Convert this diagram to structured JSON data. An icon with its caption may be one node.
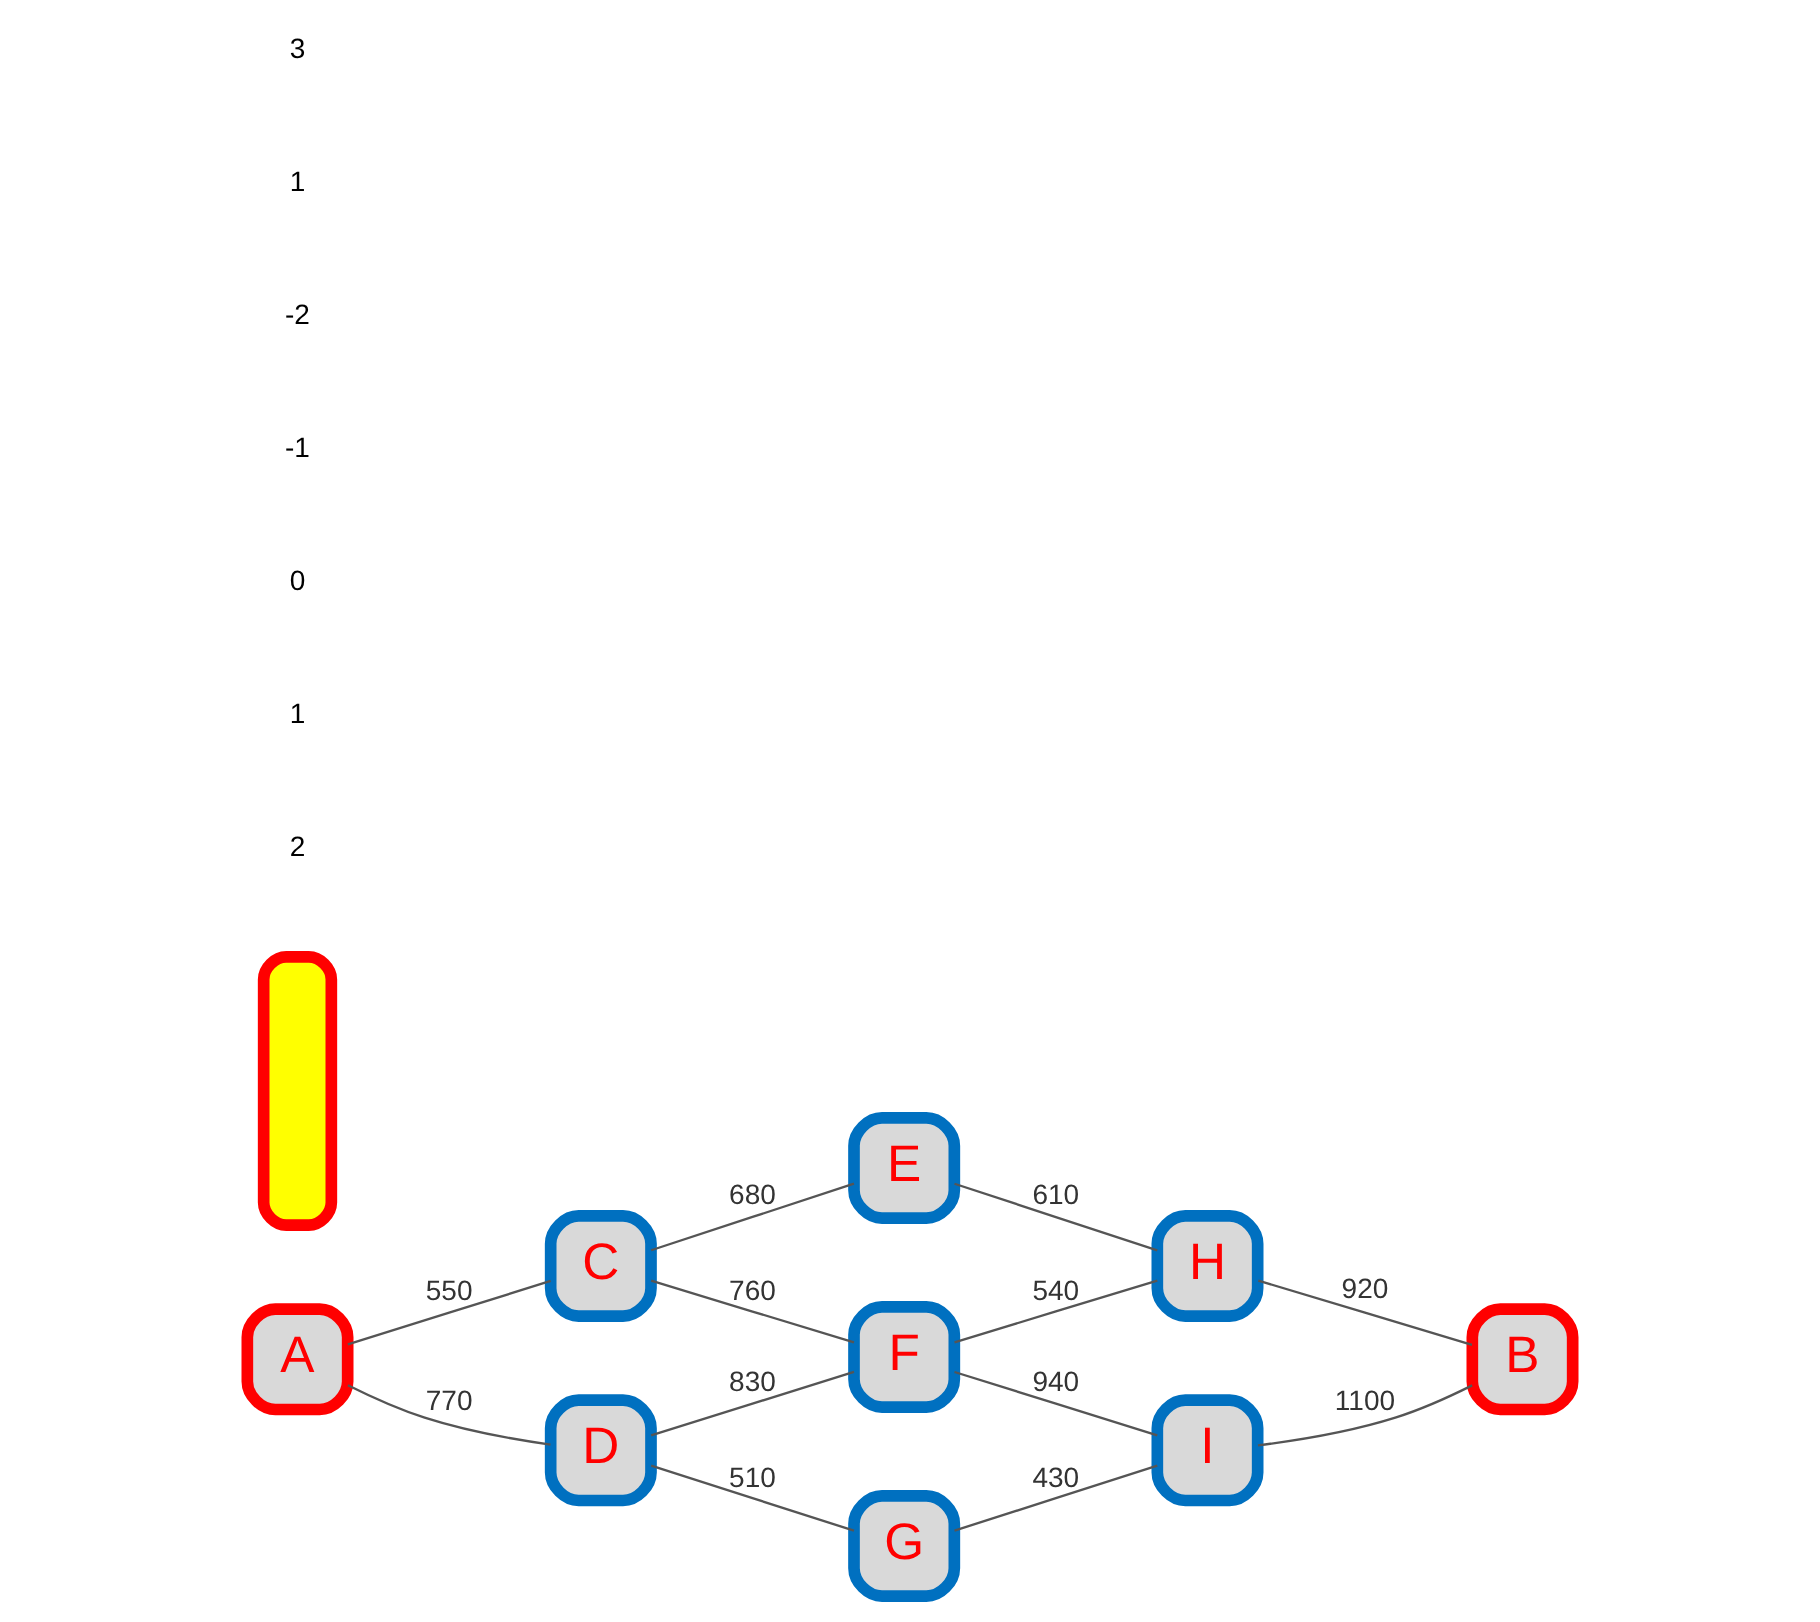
{
  "diagram": {
    "nodes": [
      {
        "text": [
          "E"
        ]
      },
      {
        "text": [
          "C"
        ]
      },
      {
        "text": [
          "H"
        ]
      },
      {
        "text": [],
        "shape": "box"
      },
      {
        "text": [
          "A"
        ]
      },
      {
        "text": [
          "F"
        ]
      },
      {
        "text": [
          "B"
        ]
      },
      {
        "text": [
          "D"
        ]
      },
      {
        "text": [
          "I"
        ]
      },
      {
        "text": [
          "G"
        ]
      }
    ],
    "edges": [
      {
        "from": 4,
        "to": 1,
        "arrow": "none",
        "label": "550"
      },
      {
        "from": 1,
        "to": 0,
        "arrow": "none",
        "label": "680"
      },
      {
        "from": 0,
        "to": 2,
        "arrow": "none",
        "label": "610"
      },
      {
        "from": 1,
        "to": 5,
        "arrow": "none",
        "label": "760"
      },
      {
        "from": 5,
        "to": 2,
        "arrow": "none",
        "label": "540"
      },
      {
        "from": 2,
        "to": 6,
        "arrow": "none",
        "label": "920"
      },
      {
        "from": 4,
        "to": 7,
        "arrow": "none",
        "label": "770"
      },
      {
        "from": 7,
        "to": 5,
        "arrow": "none",
        "label": "830"
      },
      {
        "from": 5,
        "to": 8,
        "arrow": "none",
        "label": "940"
      },
      {
        "from": 8,
        "to": 6,
        "arrow": "none",
        "label": "1100"
      },
      {
        "from": 7,
        "to": 9,
        "arrow": "none",
        "label": "510"
      },
      {
        "from": 9,
        "to": 8,
        "arrow": "none",
        "label": "430"
      }
    ],
    "labels": [
      "2",
      "1",
      "0",
      "-1",
      "-2",
      "1",
      "3"
    ]
  }
}
